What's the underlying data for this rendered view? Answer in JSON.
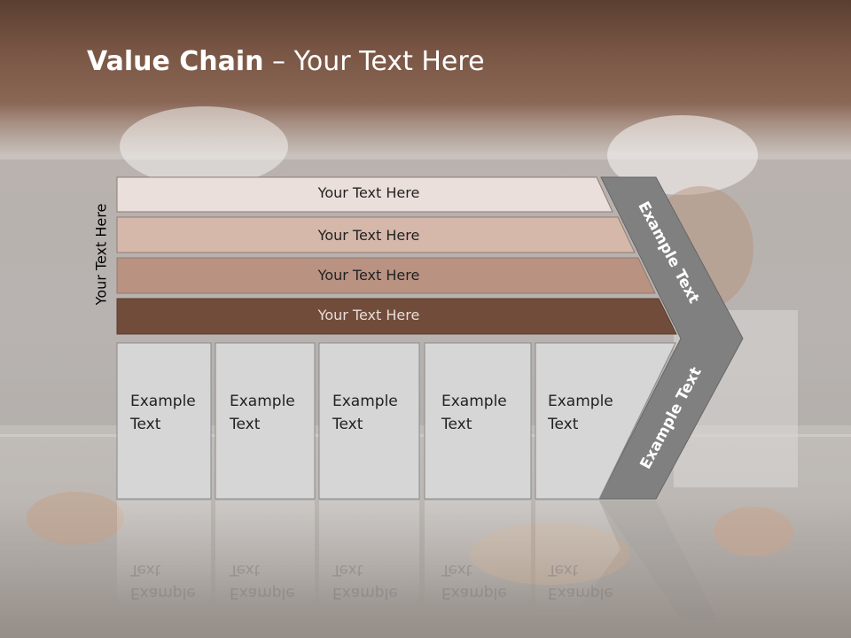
{
  "slide": {
    "title_bold": "Value Chain",
    "title_rest": " – Your Text Here",
    "vertical_label": "Your Text Here",
    "bars": [
      {
        "label": "Your Text Here"
      },
      {
        "label": "Your Text Here"
      },
      {
        "label": "Your Text Here"
      },
      {
        "label": "Your Text Here"
      }
    ],
    "boxes": [
      {
        "line1": "Example",
        "line2": "Text"
      },
      {
        "line1": "Example",
        "line2": "Text"
      },
      {
        "line1": "Example",
        "line2": "Text"
      },
      {
        "line1": "Example",
        "line2": "Text"
      },
      {
        "line1": "Example",
        "line2": "Text"
      }
    ],
    "chevron_top": "Example Text",
    "chevron_bottom": "Example Text",
    "colors": {
      "bar1": "#ebdfdb",
      "bar2": "#d6b8aa",
      "bar3": "#b99282",
      "bar4": "#714c3b",
      "box": "#d6d6d6",
      "chevron": "#808080"
    }
  }
}
